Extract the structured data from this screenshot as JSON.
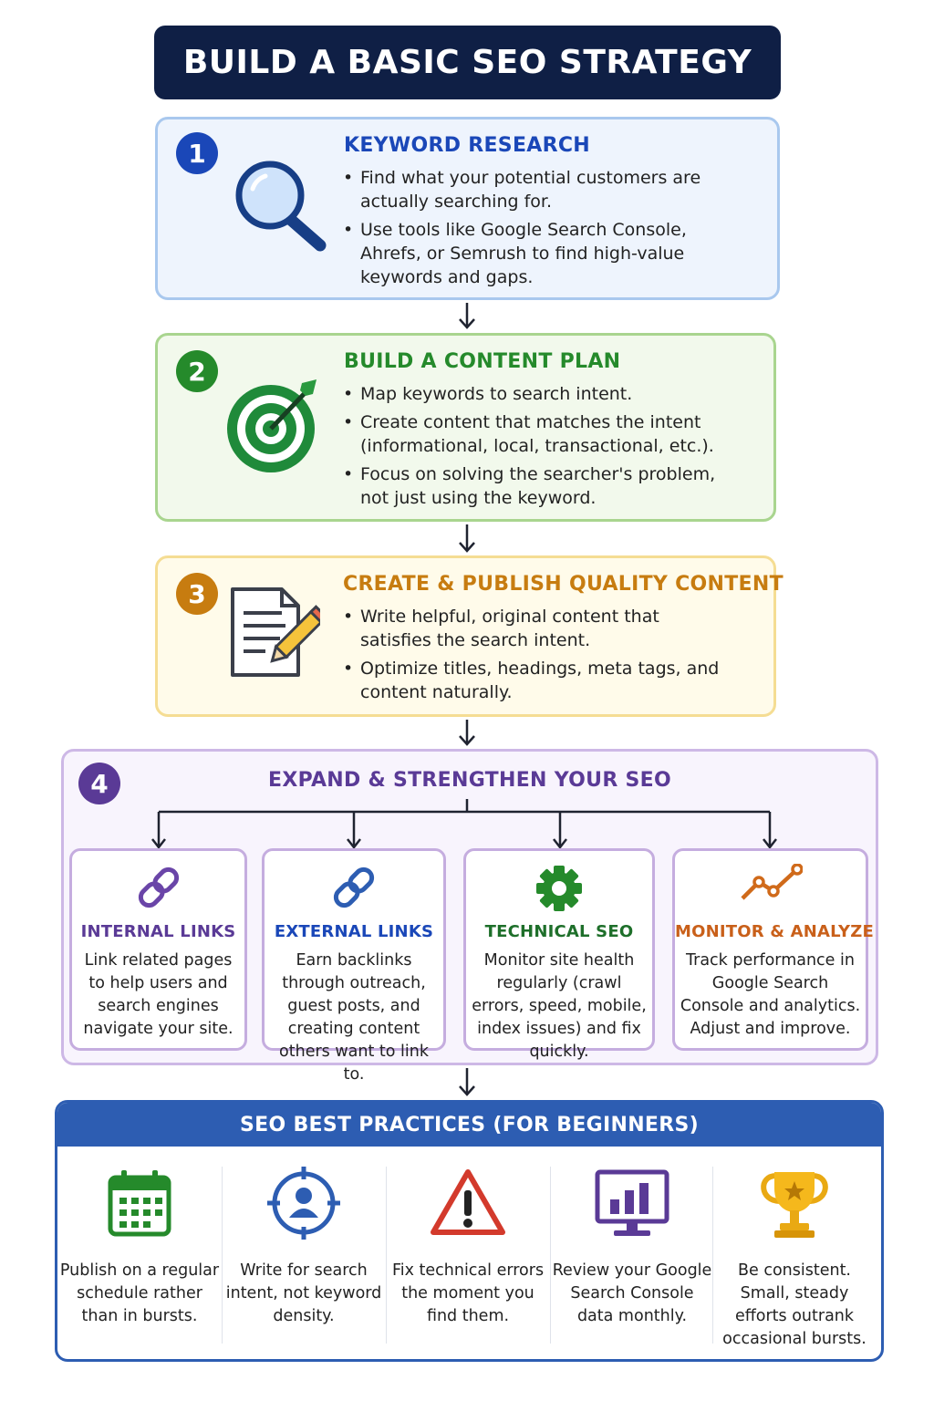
{
  "title": "BUILD A BASIC SEO STRATEGY",
  "colors": {
    "navy": "#0f1f45",
    "blue": "#1a47b8",
    "green": "#258a2b",
    "amber": "#c77c10",
    "purple": "#5a3a96",
    "practices_blue": "#2d5db2"
  },
  "steps": [
    {
      "number": "1",
      "heading": "KEYWORD RESEARCH",
      "icon": "magnifying-glass-icon",
      "bullets": [
        "Find what your potential customers are actually searching for.",
        "Use tools like Google Search Console, Ahrefs, or Semrush to find high-value keywords and gaps."
      ]
    },
    {
      "number": "2",
      "heading": "BUILD A CONTENT PLAN",
      "icon": "target-icon",
      "bullets": [
        "Map keywords to search intent.",
        "Create content that matches the intent (informational, local, transactional, etc.).",
        "Focus on solving the searcher's problem, not just using the keyword."
      ]
    },
    {
      "number": "3",
      "heading": "CREATE & PUBLISH QUALITY CONTENT",
      "icon": "document-pencil-icon",
      "bullets": [
        "Write helpful, original content that satisfies the search intent.",
        "Optimize titles, headings, meta tags, and content naturally."
      ]
    }
  ],
  "expand": {
    "number": "4",
    "heading": "EXPAND & STRENGTHEN YOUR SEO",
    "cards": [
      {
        "title": "INTERNAL LINKS",
        "icon": "link-icon",
        "text": "Link related pages to help users and search engines navigate your site."
      },
      {
        "title": "EXTERNAL LINKS",
        "icon": "link-icon",
        "text": "Earn backlinks through outreach, guest posts, and creating content others want to link to."
      },
      {
        "title": "TECHNICAL SEO",
        "icon": "gear-icon",
        "text": "Monitor site health regularly (crawl errors, speed, mobile, index issues) and fix quickly."
      },
      {
        "title": "MONITOR & ANALYZE",
        "icon": "trend-line-icon",
        "text": "Track performance in Google Search Console and analytics. Adjust and improve."
      }
    ]
  },
  "best_practices": {
    "heading": "SEO BEST PRACTICES (FOR BEGINNERS)",
    "items": [
      {
        "icon": "calendar-icon",
        "text": "Publish on a regular schedule rather than in bursts."
      },
      {
        "icon": "user-target-icon",
        "text": "Write for search intent, not keyword density."
      },
      {
        "icon": "warning-icon",
        "text": "Fix technical errors the moment you find them."
      },
      {
        "icon": "monitor-chart-icon",
        "text": "Review your Google Search Console data monthly."
      },
      {
        "icon": "trophy-icon",
        "text": "Be consistent. Small, steady efforts outrank occasional bursts."
      }
    ]
  }
}
